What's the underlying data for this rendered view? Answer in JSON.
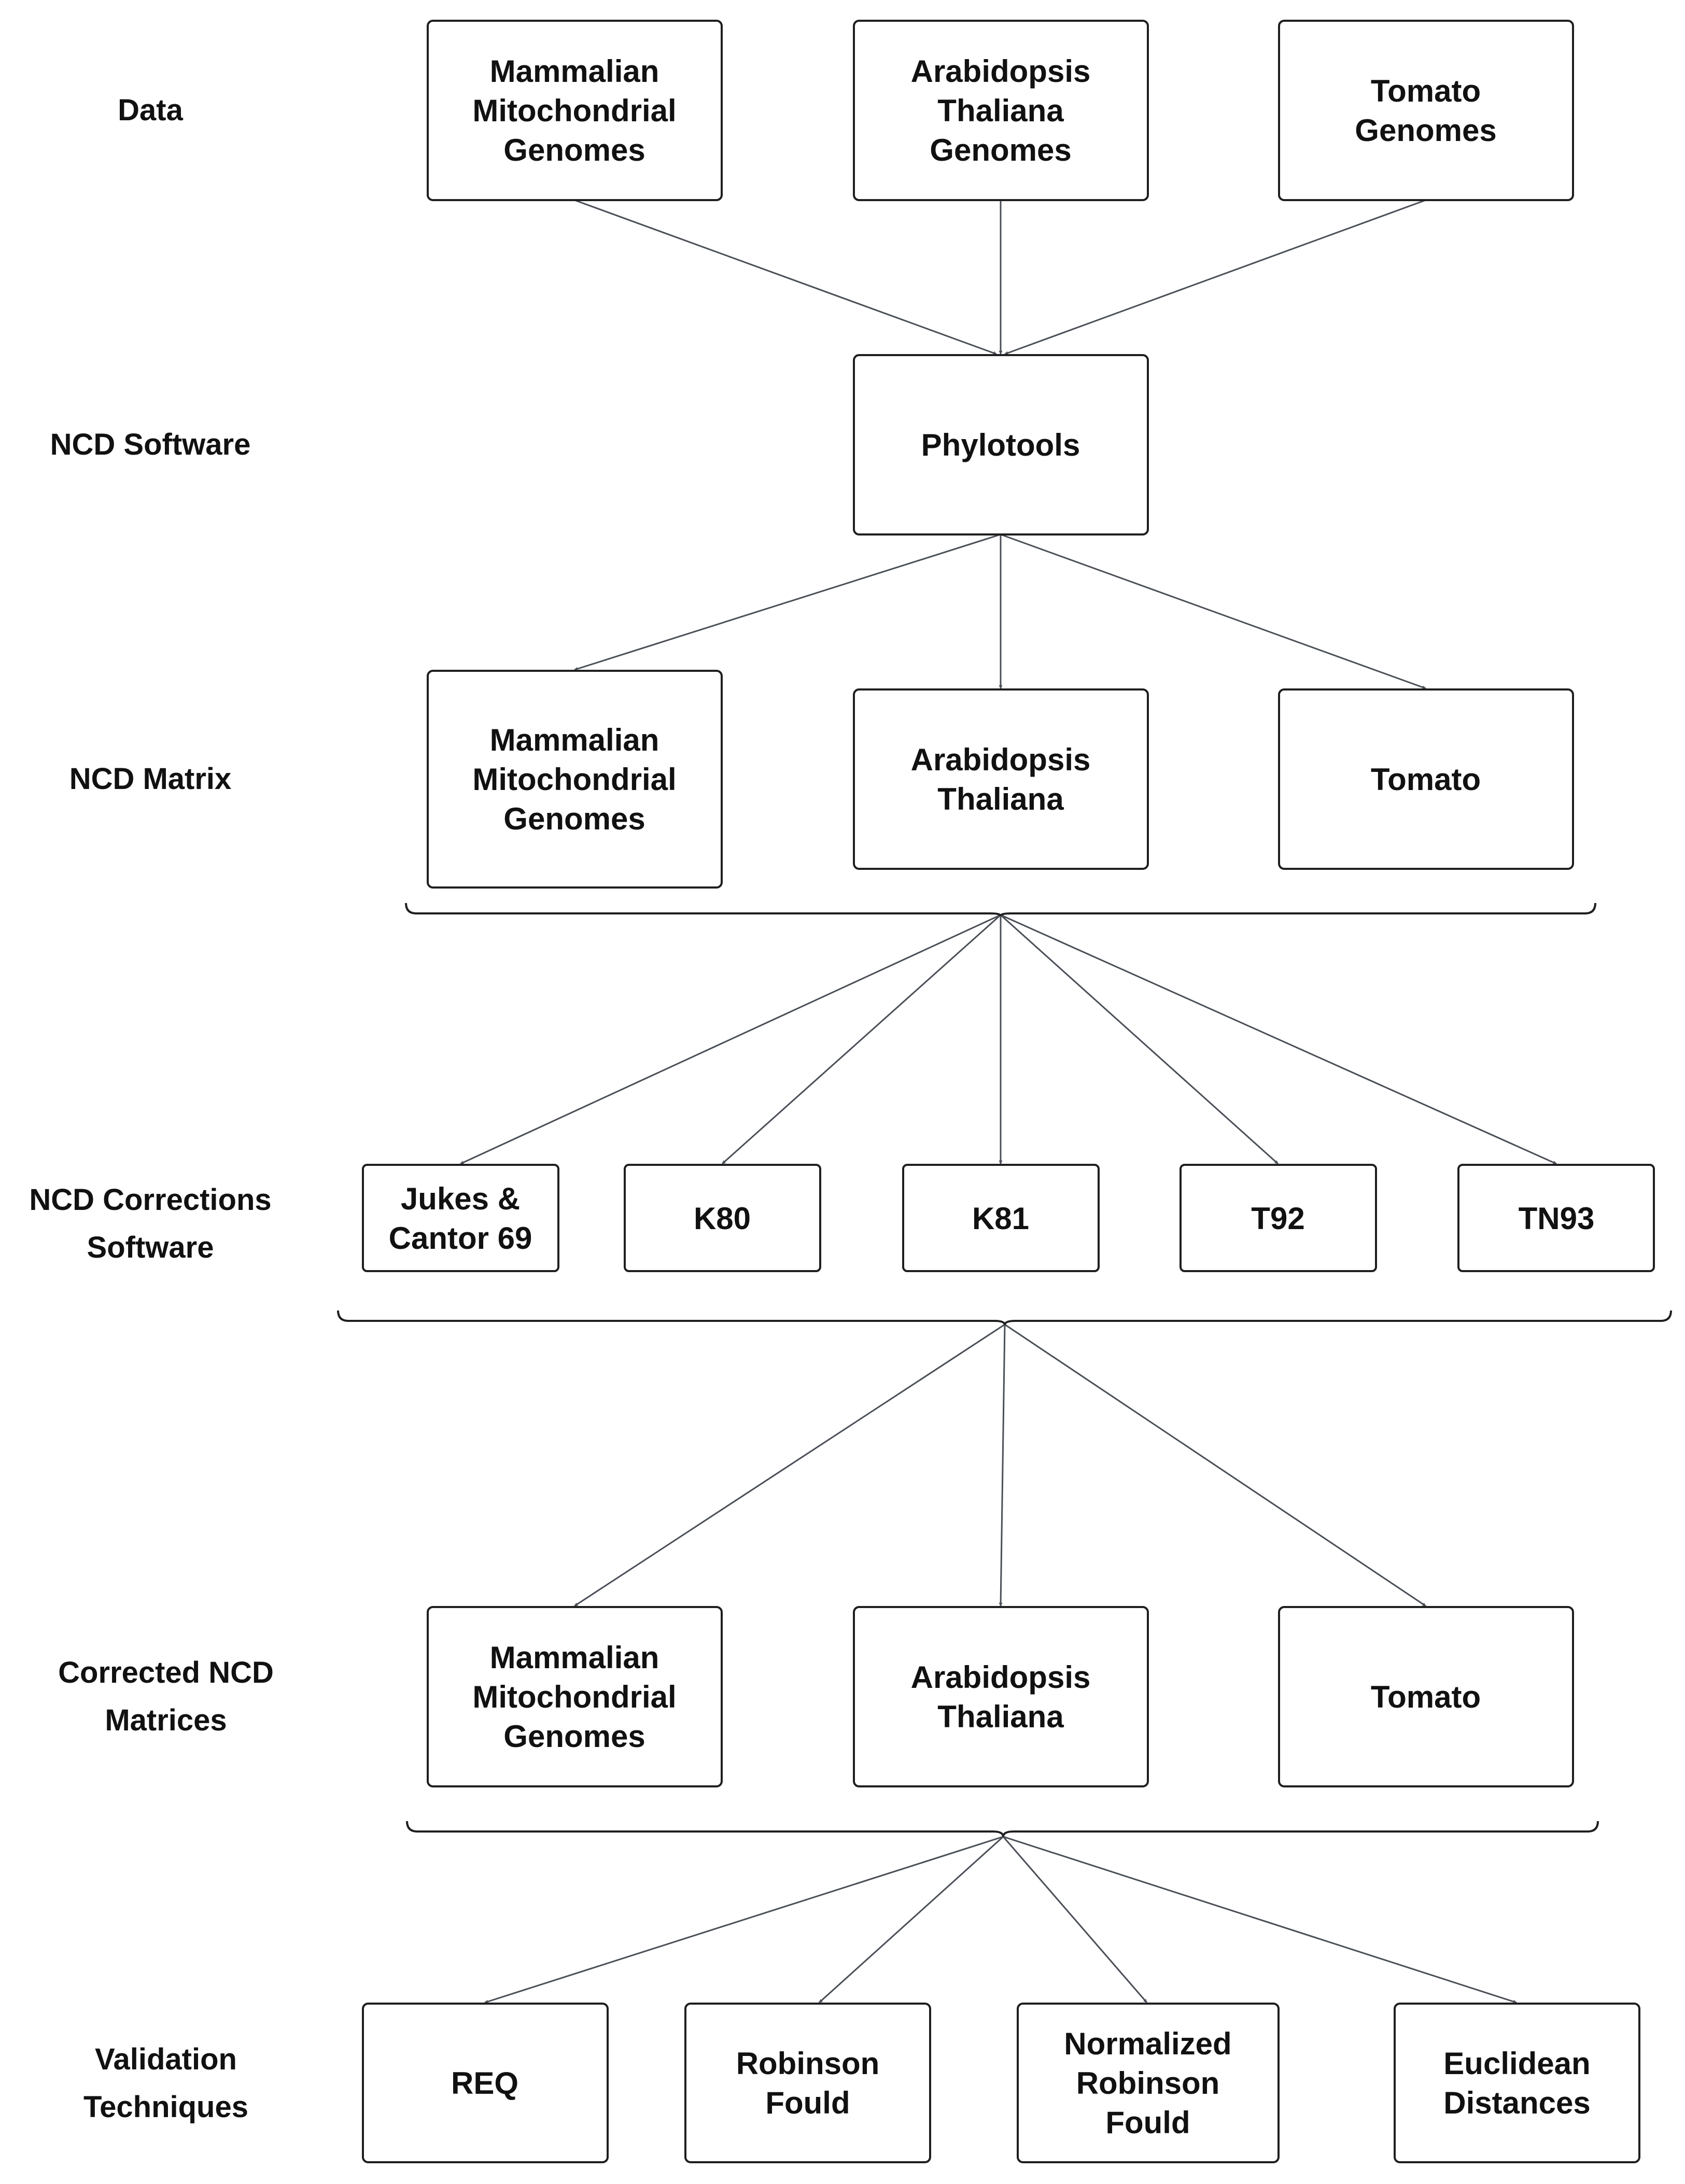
{
  "rows": {
    "data": "Data",
    "ncd_software": "NCD Software",
    "ncd_matrix": "NCD Matrix",
    "corrections": "NCD Corrections\nSoftware",
    "corrected": "Corrected NCD\nMatrices",
    "validation": "Validation\nTechniques"
  },
  "nodes": {
    "data_mammalian": "Mammalian\nMitochondrial\nGenomes",
    "data_arabidopsis": "Arabidopsis\nThaliana\nGenomes",
    "data_tomato": "Tomato\nGenomes",
    "phylotools": "Phylotools",
    "matrix_mammalian": "Mammalian\nMitochondrial\nGenomes",
    "matrix_arabidopsis": "Arabidopsis\nThaliana",
    "matrix_tomato": "Tomato",
    "corr_jc69": "Jukes &\nCantor 69",
    "corr_k80": "K80",
    "corr_k81": "K81",
    "corr_t92": "T92",
    "corr_tn93": "TN93",
    "cm_mammalian": "Mammalian\nMitochondrial\nGenomes",
    "cm_arabidopsis": "Arabidopsis\nThaliana",
    "cm_tomato": "Tomato",
    "val_req": "REQ",
    "val_rf": "Robinson\nFould",
    "val_nrf": "Normalized\nRobinson\nFould",
    "val_euclid": "Euclidean\nDistances"
  }
}
